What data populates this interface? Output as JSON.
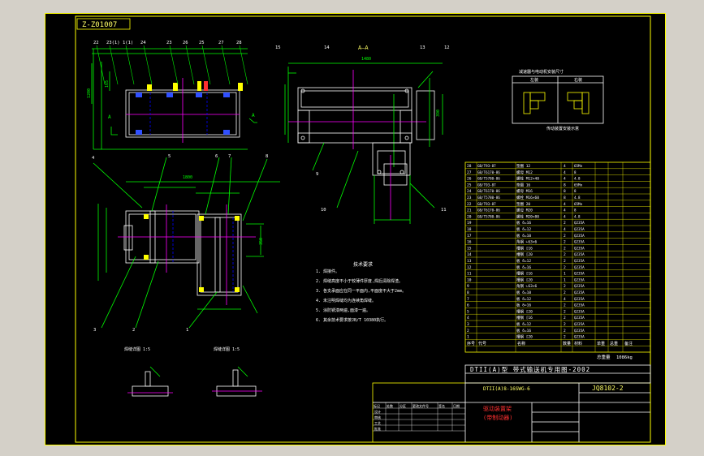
{
  "drawing": {
    "stamp_label": "Z-Z01007",
    "view_label": "A—A",
    "cad_palette": {
      "background": "#000000",
      "frame": "#ffff00",
      "object": "#ffffff",
      "dimension": "#00ff00",
      "center": "#ff00ff",
      "hidden": "#0000ff",
      "text": "#ffff66",
      "accent": "#00ffff",
      "red": "#ff3030"
    }
  },
  "title_block": {
    "product_line": "DTII(A)型 带式输送机专用图-2002",
    "drawing_number": "JQ8102-2",
    "assembly_number": "DTII(A)8-16SWG-6",
    "part_name_1": "驱动装置架",
    "part_name_2": "(带制动器)",
    "total_weight_label": "总重量",
    "total_weight_value": "1086kg"
  },
  "bom": {
    "headers": [
      "序号",
      "代号",
      "名称",
      "数量",
      "材料",
      "单重",
      "总重",
      "备注"
    ],
    "rows": [
      {
        "no": "28",
        "code": "GB/T93-87",
        "name": "垫圈 12",
        "qty": "4",
        "mat": "65Mn"
      },
      {
        "no": "27",
        "code": "GB/T6170-86",
        "name": "螺母 M12",
        "qty": "4",
        "mat": "8"
      },
      {
        "no": "26",
        "code": "GB/T5780-86",
        "name": "螺栓 M12×40",
        "qty": "4",
        "mat": "4.8"
      },
      {
        "no": "25",
        "code": "GB/T93-87",
        "name": "垫圈 16",
        "qty": "8",
        "mat": "65Mn"
      },
      {
        "no": "24",
        "code": "GB/T6170-86",
        "name": "螺母 M16",
        "qty": "8",
        "mat": "8"
      },
      {
        "no": "23",
        "code": "GB/T5780-86",
        "name": "螺栓 M16×60",
        "qty": "8",
        "mat": "4.8"
      },
      {
        "no": "22",
        "code": "GB/T93-87",
        "name": "垫圈 20",
        "qty": "4",
        "mat": "65Mn"
      },
      {
        "no": "21",
        "code": "GB/T6170-86",
        "name": "螺母 M20",
        "qty": "4",
        "mat": "8"
      },
      {
        "no": "20",
        "code": "GB/T5780-86",
        "name": "螺栓 M20×80",
        "qty": "4",
        "mat": "4.8"
      },
      {
        "no": "19",
        "code": "",
        "name": "板 δ=16",
        "qty": "2",
        "mat": "Q235A"
      },
      {
        "no": "18",
        "code": "",
        "name": "板 δ=12",
        "qty": "4",
        "mat": "Q235A"
      },
      {
        "no": "17",
        "code": "",
        "name": "板 δ=10",
        "qty": "2",
        "mat": "Q235A"
      },
      {
        "no": "16",
        "code": "",
        "name": "角钢 ∟63×6",
        "qty": "2",
        "mat": "Q235A"
      },
      {
        "no": "15",
        "code": "",
        "name": "槽钢 [16",
        "qty": "2",
        "mat": "Q235A"
      },
      {
        "no": "14",
        "code": "",
        "name": "槽钢 [20",
        "qty": "2",
        "mat": "Q235A"
      },
      {
        "no": "13",
        "code": "",
        "name": "板 δ=12",
        "qty": "2",
        "mat": "Q235A"
      },
      {
        "no": "12",
        "code": "",
        "name": "板 δ=16",
        "qty": "2",
        "mat": "Q235A"
      },
      {
        "no": "11",
        "code": "",
        "name": "槽钢 [16",
        "qty": "1",
        "mat": "Q235A"
      },
      {
        "no": "10",
        "code": "",
        "name": "槽钢 [20",
        "qty": "1",
        "mat": "Q235A"
      },
      {
        "no": "9",
        "code": "",
        "name": "角钢 ∟63×6",
        "qty": "2",
        "mat": "Q235A"
      },
      {
        "no": "8",
        "code": "",
        "name": "板 δ=10",
        "qty": "2",
        "mat": "Q235A"
      },
      {
        "no": "7",
        "code": "",
        "name": "板 δ=12",
        "qty": "4",
        "mat": "Q235A"
      },
      {
        "no": "6",
        "code": "",
        "name": "板 δ=16",
        "qty": "2",
        "mat": "Q235A"
      },
      {
        "no": "5",
        "code": "",
        "name": "槽钢 [20",
        "qty": "2",
        "mat": "Q235A"
      },
      {
        "no": "4",
        "code": "",
        "name": "槽钢 [16",
        "qty": "2",
        "mat": "Q235A"
      },
      {
        "no": "3",
        "code": "",
        "name": "板 δ=12",
        "qty": "2",
        "mat": "Q235A"
      },
      {
        "no": "2",
        "code": "",
        "name": "板 δ=16",
        "qty": "2",
        "mat": "Q235A"
      },
      {
        "no": "1",
        "code": "",
        "name": "槽钢 [20",
        "qty": "2",
        "mat": "Q235A"
      }
    ]
  },
  "notes": {
    "heading": "技术要求",
    "items": [
      "1. 焊接件。",
      "2. 焊缝高度不小于较薄件厚度,焊后清除焊渣。",
      "3. 各支承面应在同一平面内,平面度不大于2mm。",
      "4. 未注明焊缝均为连续角焊缝。",
      "5. 涂防锈漆两遍,面漆一遍。",
      "6. 其余技术要求按JB/T 10380执行。"
    ]
  },
  "inset": {
    "title": "减速器与电动机安装尺寸",
    "col_left": "左装",
    "col_right": "右装",
    "caption": "传动装置安装示意"
  },
  "details": {
    "left_caption": "焊缝详图 1:5",
    "right_caption": "焊缝详图 1:5"
  },
  "revision": {
    "headers": [
      "标记",
      "处数",
      "分区",
      "更改文件号",
      "签名",
      "日期"
    ],
    "rows": [
      [
        "设计",
        "",
        "",
        "",
        "",
        ""
      ],
      [
        "审核",
        "",
        "",
        "",
        "",
        ""
      ],
      [
        "工艺",
        "",
        "",
        "",
        "",
        ""
      ],
      [
        "批准",
        "",
        "",
        "",
        "",
        ""
      ]
    ]
  },
  "callouts": {
    "top_left": [
      "22",
      "23(1)",
      "1(1)",
      "24",
      "23",
      "26",
      "25",
      "27",
      "28"
    ],
    "top_right": [
      "15",
      "14",
      "13",
      "12"
    ],
    "bottom": [
      "4",
      "5",
      "6",
      "7",
      "8",
      "3",
      "2",
      "1",
      "9",
      "10",
      "11"
    ]
  }
}
